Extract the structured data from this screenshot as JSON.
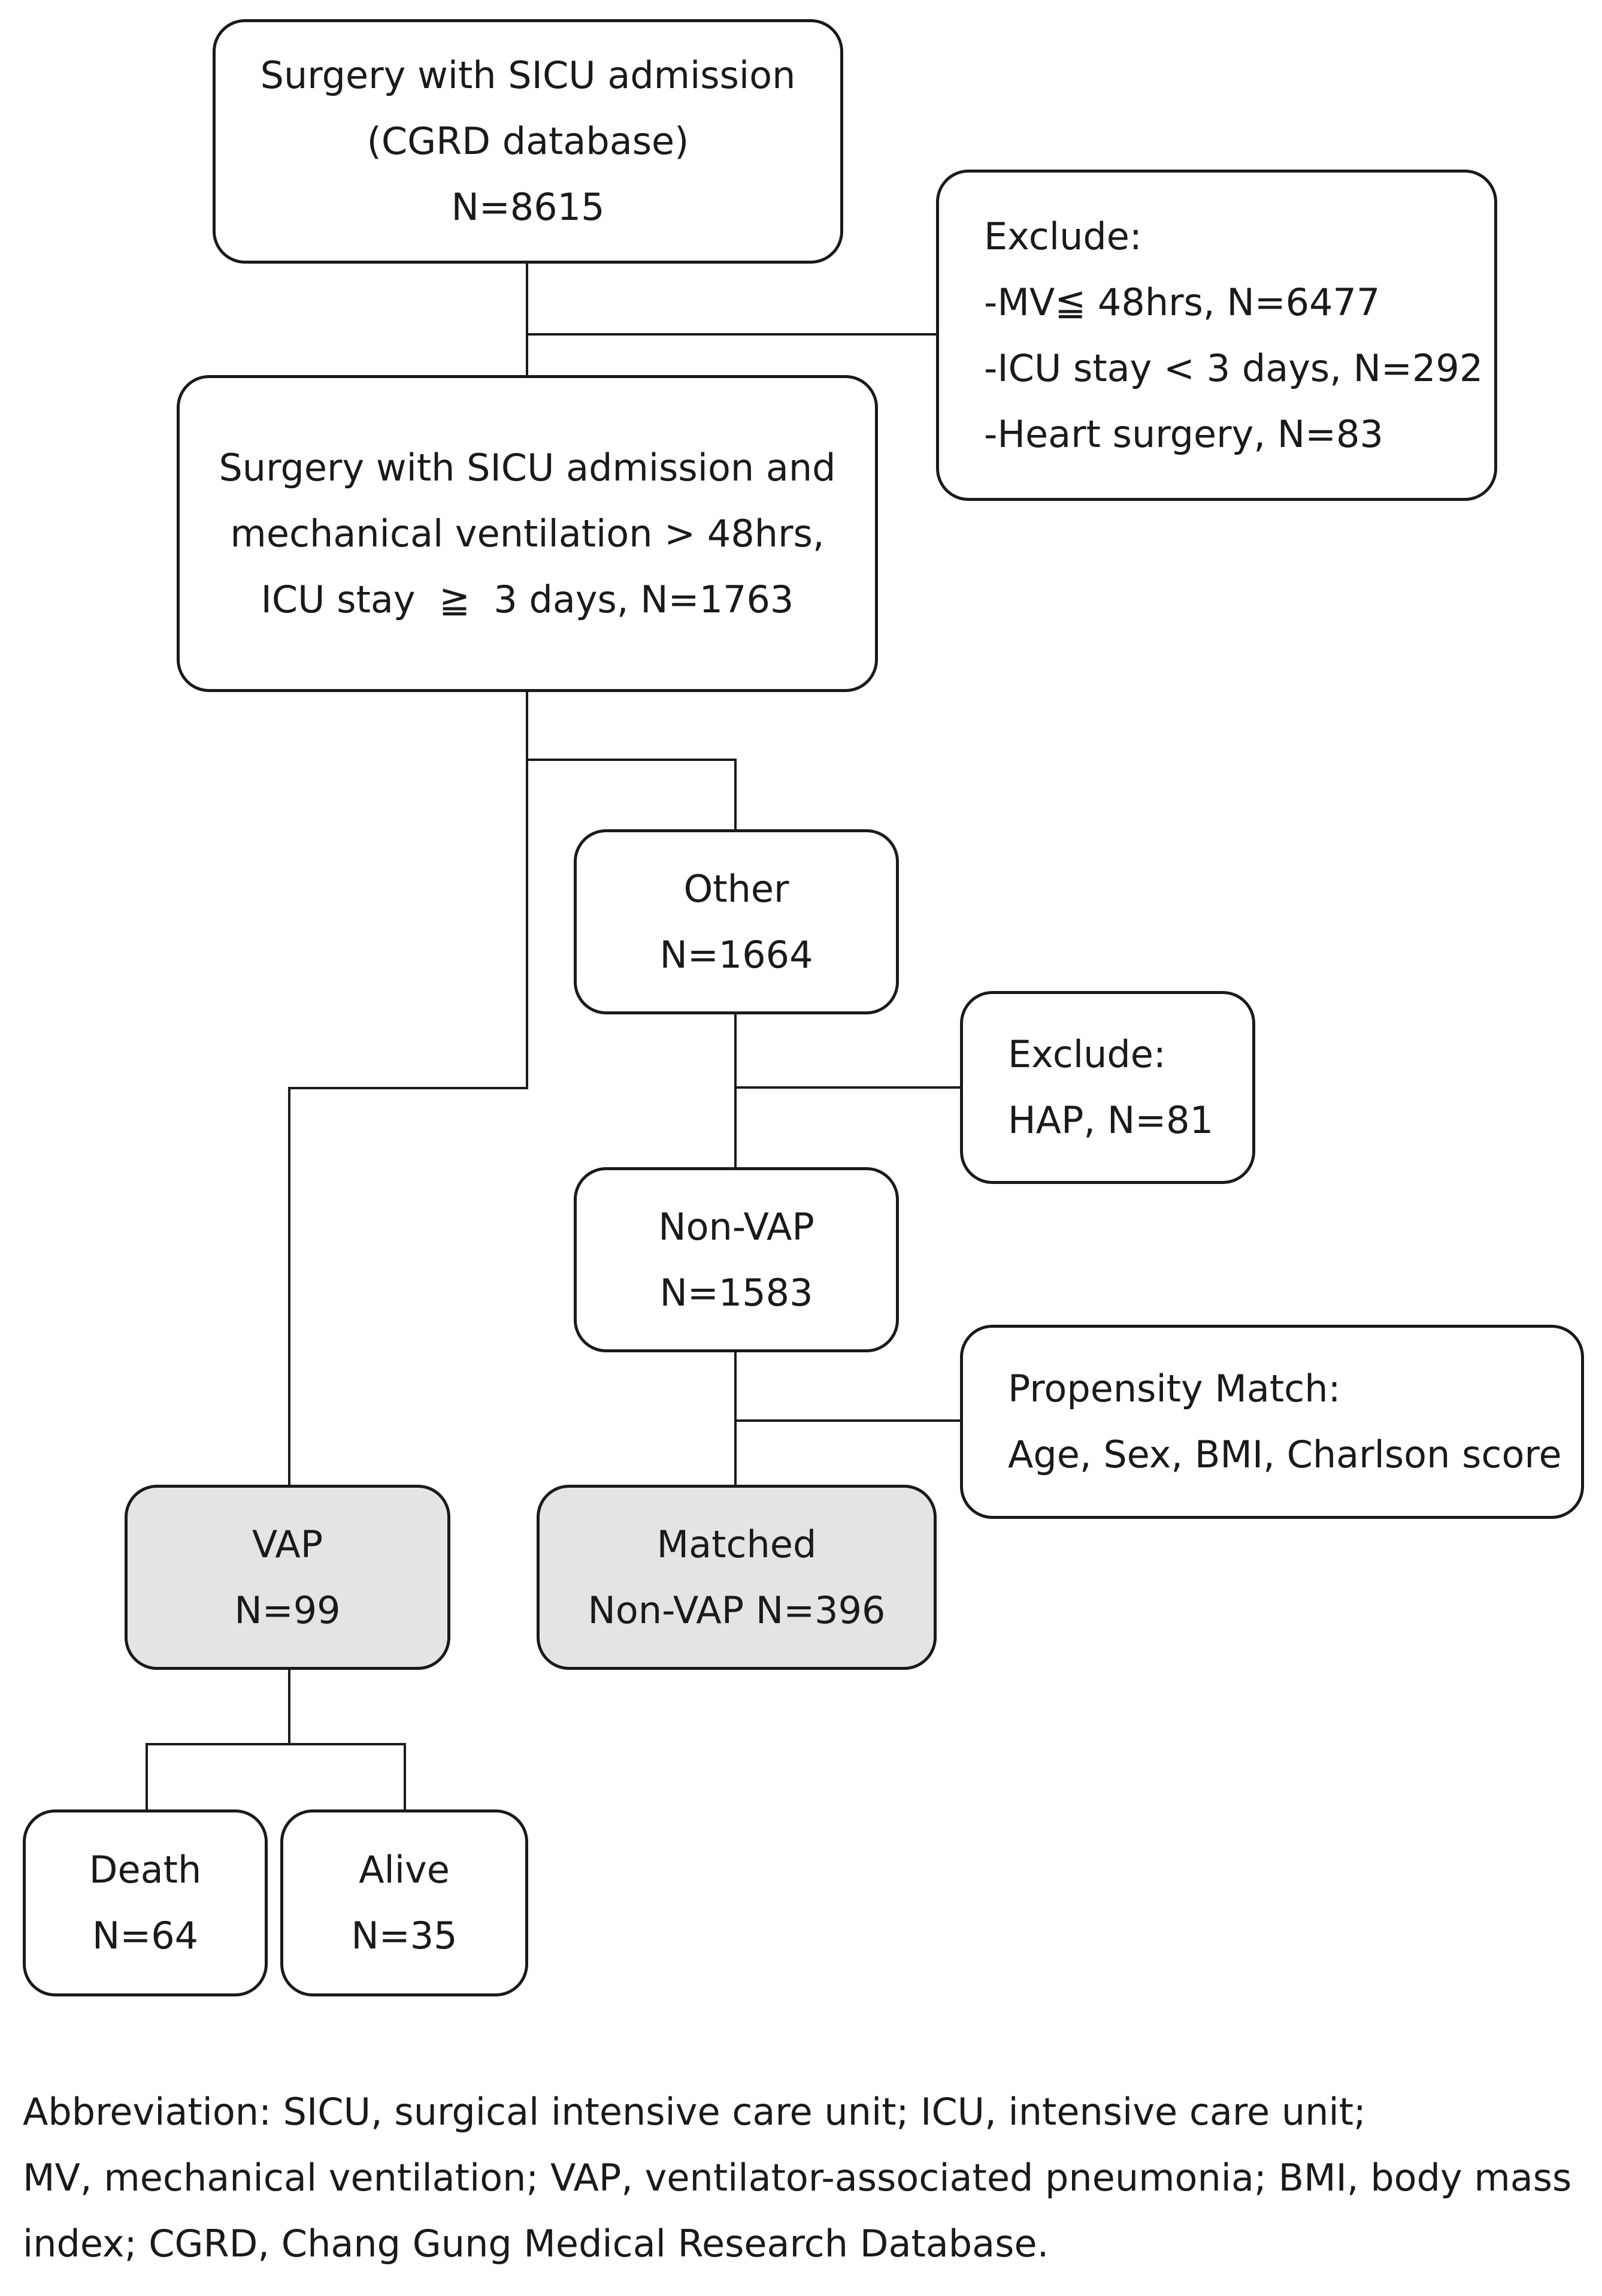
{
  "boxes": {
    "root": [
      "Surgery with SICU admission",
      "(CGRD database)",
      "N=8615"
    ],
    "exclude1": [
      "Exclude:",
      "-MV≦ 48hrs, N=6477",
      "-ICU stay < 3 days, N=292",
      "-Heart surgery, N=83"
    ],
    "cohort": [
      "Surgery with SICU admission and",
      "mechanical ventilation > 48hrs,",
      "ICU stay  ≧  3 days, N=1763"
    ],
    "other": [
      "Other",
      "N=1664"
    ],
    "exclude2": [
      "Exclude:",
      "HAP, N=81"
    ],
    "nonvap": [
      "Non-VAP",
      "N=1583"
    ],
    "propensity": [
      "Propensity Match:",
      "Age, Sex, BMI, Charlson score"
    ],
    "vap": [
      "VAP",
      "N=99"
    ],
    "matched": [
      "Matched",
      "Non-VAP N=396"
    ],
    "death": [
      "Death",
      "N=64"
    ],
    "alive": [
      "Alive",
      "N=35"
    ]
  },
  "footnote": [
    "Abbreviation: SICU, surgical intensive care unit; ICU, intensive care unit;",
    "MV, mechanical ventilation; VAP, ventilator-associated pneumonia; BMI, body mass",
    "index; CGRD, Chang Gung Medical Research Database."
  ],
  "colors": {
    "border": "#1a1a1a",
    "shaded_fill": "#e4e4e4",
    "background": "#ffffff"
  }
}
